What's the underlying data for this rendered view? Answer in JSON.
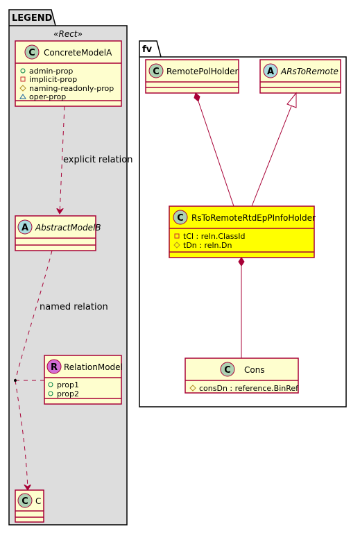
{
  "legend": {
    "title": "LEGEND",
    "stereotype": "«Rect»",
    "concrete": {
      "name": "ConcreteModelA",
      "badge": "C",
      "props": [
        "admin-prop",
        "implicit-prop",
        "naming-readonly-prop",
        "oper-prop"
      ]
    },
    "abstract": {
      "name": "AbstractModelB",
      "badge": "A"
    },
    "relation": {
      "name": "RelationModel",
      "badge": "R",
      "props": [
        "prop1",
        "prop2"
      ]
    },
    "c": {
      "name": "C",
      "badge": "C"
    },
    "explicit_label": "explicit relation",
    "named_label": "named relation"
  },
  "fv": {
    "title": "fv",
    "remote": {
      "name": "RemotePolHolder",
      "badge": "C"
    },
    "arstoremote": {
      "name": "ARsToRemote",
      "badge": "A"
    },
    "rstoremote": {
      "name": "RsToRemoteRtdEpPInfoHolder",
      "badge": "C",
      "attrs": [
        "tCl : reln.ClassId",
        "tDn : reln.Dn"
      ]
    },
    "cons": {
      "name": "Cons",
      "badge": "C",
      "attrs": [
        "consDn : reference.BinRef"
      ]
    }
  },
  "colors": {
    "class_fill": "#FEFECE",
    "class_border": "#A80036",
    "highlight_fill": "#FFFF00",
    "legend_bg": "#DDDDDD",
    "badge_c": "#ADD1B2",
    "badge_a": "#A9DCDF",
    "badge_r": "#D36ED6"
  },
  "icons": {
    "public": "circle-icon",
    "private": "square-icon",
    "protected": "diamond-icon",
    "package": "triangle-icon"
  }
}
